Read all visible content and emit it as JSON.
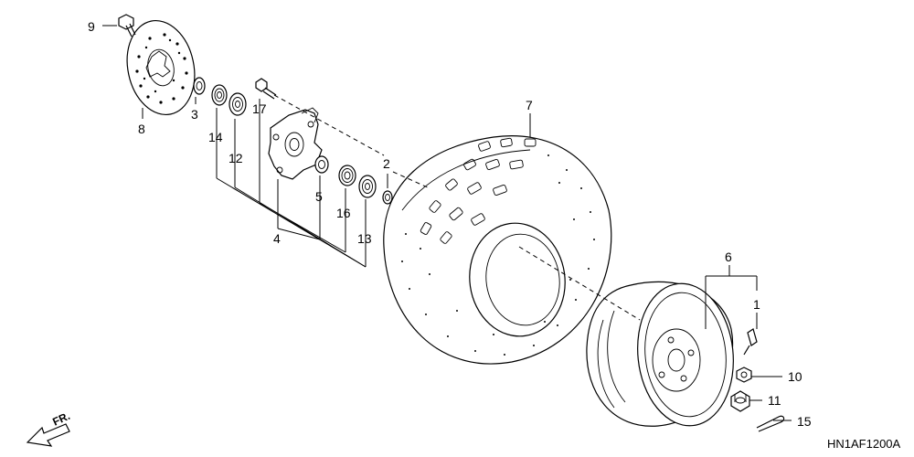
{
  "diagram": {
    "code": "HN1AF1200A",
    "direction_label": "FR."
  },
  "callouts": [
    {
      "id": "c9",
      "label": "9"
    },
    {
      "id": "c8",
      "label": "8"
    },
    {
      "id": "c3",
      "label": "3"
    },
    {
      "id": "c14",
      "label": "14"
    },
    {
      "id": "c12",
      "label": "12"
    },
    {
      "id": "c17",
      "label": "17"
    },
    {
      "id": "c4",
      "label": "4"
    },
    {
      "id": "c5",
      "label": "5"
    },
    {
      "id": "c16",
      "label": "16"
    },
    {
      "id": "c13",
      "label": "13"
    },
    {
      "id": "c2",
      "label": "2"
    },
    {
      "id": "c7",
      "label": "7"
    },
    {
      "id": "c6",
      "label": "6"
    },
    {
      "id": "c1",
      "label": "1"
    },
    {
      "id": "c10",
      "label": "10"
    },
    {
      "id": "c11",
      "label": "11"
    },
    {
      "id": "c15",
      "label": "15"
    }
  ]
}
